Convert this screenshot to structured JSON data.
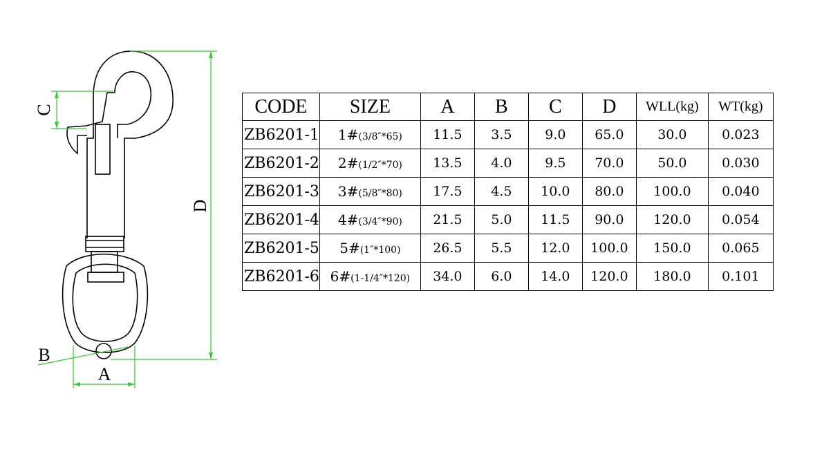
{
  "drawing": {
    "labels": {
      "a": "A",
      "b": "B",
      "c": "C",
      "d": "D"
    },
    "colors": {
      "outline": "#000000",
      "dimension": "#33cc33"
    }
  },
  "table": {
    "headers": [
      "CODE",
      "SIZE",
      "A",
      "B",
      "C",
      "D",
      "WLL(kg)",
      "WT(kg)"
    ],
    "rows": [
      {
        "code": "ZB6201-1",
        "size_main": "1#",
        "size_sub": "(3/8″*65)",
        "a": "11.5",
        "b": "3.5",
        "c": "9.0",
        "d": "65.0",
        "wll": "30.0",
        "wt": "0.023"
      },
      {
        "code": "ZB6201-2",
        "size_main": "2#",
        "size_sub": "(1/2″*70)",
        "a": "13.5",
        "b": "4.0",
        "c": "9.5",
        "d": "70.0",
        "wll": "50.0",
        "wt": "0.030"
      },
      {
        "code": "ZB6201-3",
        "size_main": "3#",
        "size_sub": "(5/8″*80)",
        "a": "17.5",
        "b": "4.5",
        "c": "10.0",
        "d": "80.0",
        "wll": "100.0",
        "wt": "0.040"
      },
      {
        "code": "ZB6201-4",
        "size_main": "4#",
        "size_sub": "(3/4″*90)",
        "a": "21.5",
        "b": "5.0",
        "c": "11.5",
        "d": "90.0",
        "wll": "120.0",
        "wt": "0.054"
      },
      {
        "code": "ZB6201-5",
        "size_main": "5#",
        "size_sub": "(1″*100)",
        "a": "26.5",
        "b": "5.5",
        "c": "12.0",
        "d": "100.0",
        "wll": "150.0",
        "wt": "0.065"
      },
      {
        "code": "ZB6201-6",
        "size_main": "6#",
        "size_sub": "(1-1/4″*120)",
        "a": "34.0",
        "b": "6.0",
        "c": "14.0",
        "d": "120.0",
        "wll": "180.0",
        "wt": "0.101"
      }
    ]
  }
}
